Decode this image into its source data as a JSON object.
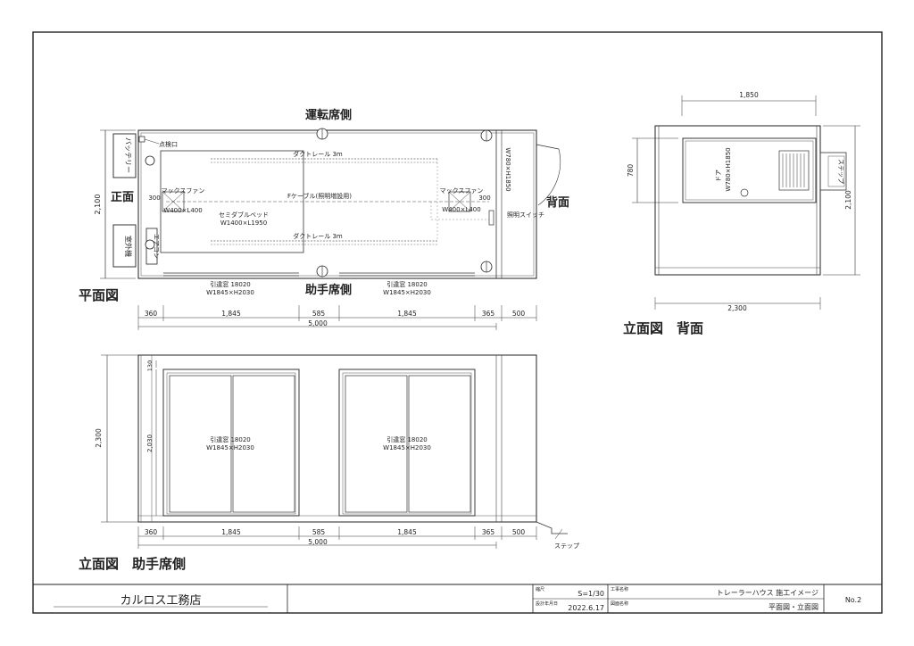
{
  "plan": {
    "title": "平面図",
    "driver_side": "運転席側",
    "passenger_side": "助手席側",
    "front": "正面",
    "back": "背面",
    "battery": "バッテリー",
    "outdoor_unit": "室外機",
    "aircon": "エアコン",
    "inspection": "点検口",
    "duct_rail": "ダクトレール 3m",
    "f_cable": "Fケーブル(照明増設用)",
    "max_fan": "マックスファン",
    "fan_size": "W400×L400",
    "bed_name": "セミダブルベッド",
    "bed_size": "W1400×L1950",
    "light_switch": "照明スイッチ",
    "door_size": "W780×H1850",
    "window_name": "引違窓 18020",
    "window_size": "W1845×H2030",
    "dim_300": "300",
    "dim_height": "2,100",
    "bottom_dims": [
      "360",
      "1,845",
      "585",
      "1,845",
      "365",
      "500"
    ],
    "total_dim": "5,000"
  },
  "rear": {
    "title": "立面図　背面",
    "top_dim": "1,850",
    "bottom_dim": "2,300",
    "right_dim": "2,100",
    "left_dim": "780",
    "door": "ドア",
    "door_size": "W780×H1850",
    "step": "ステップ"
  },
  "side": {
    "title": "立面図　助手席側",
    "height_dim": "2,300",
    "window_h": "2,030",
    "top_gap": "130",
    "window_name": "引違窓 18020",
    "window_size": "W1845×H2030",
    "bottom_dims": [
      "360",
      "1,845",
      "585",
      "1,845",
      "365",
      "500"
    ],
    "total_dim": "5,000",
    "step": "ステップ"
  },
  "titleblock": {
    "company": "カルロス工務店",
    "scale_label": "縮尺",
    "scale": "S=1/30",
    "date_label": "設計年月日",
    "date": "2022.6.17",
    "project_label": "工事名称",
    "project": "トレーラーハウス 施工イメージ",
    "drawing_label": "図面名称",
    "drawing": "平面図・立面図",
    "number": "No.2"
  }
}
